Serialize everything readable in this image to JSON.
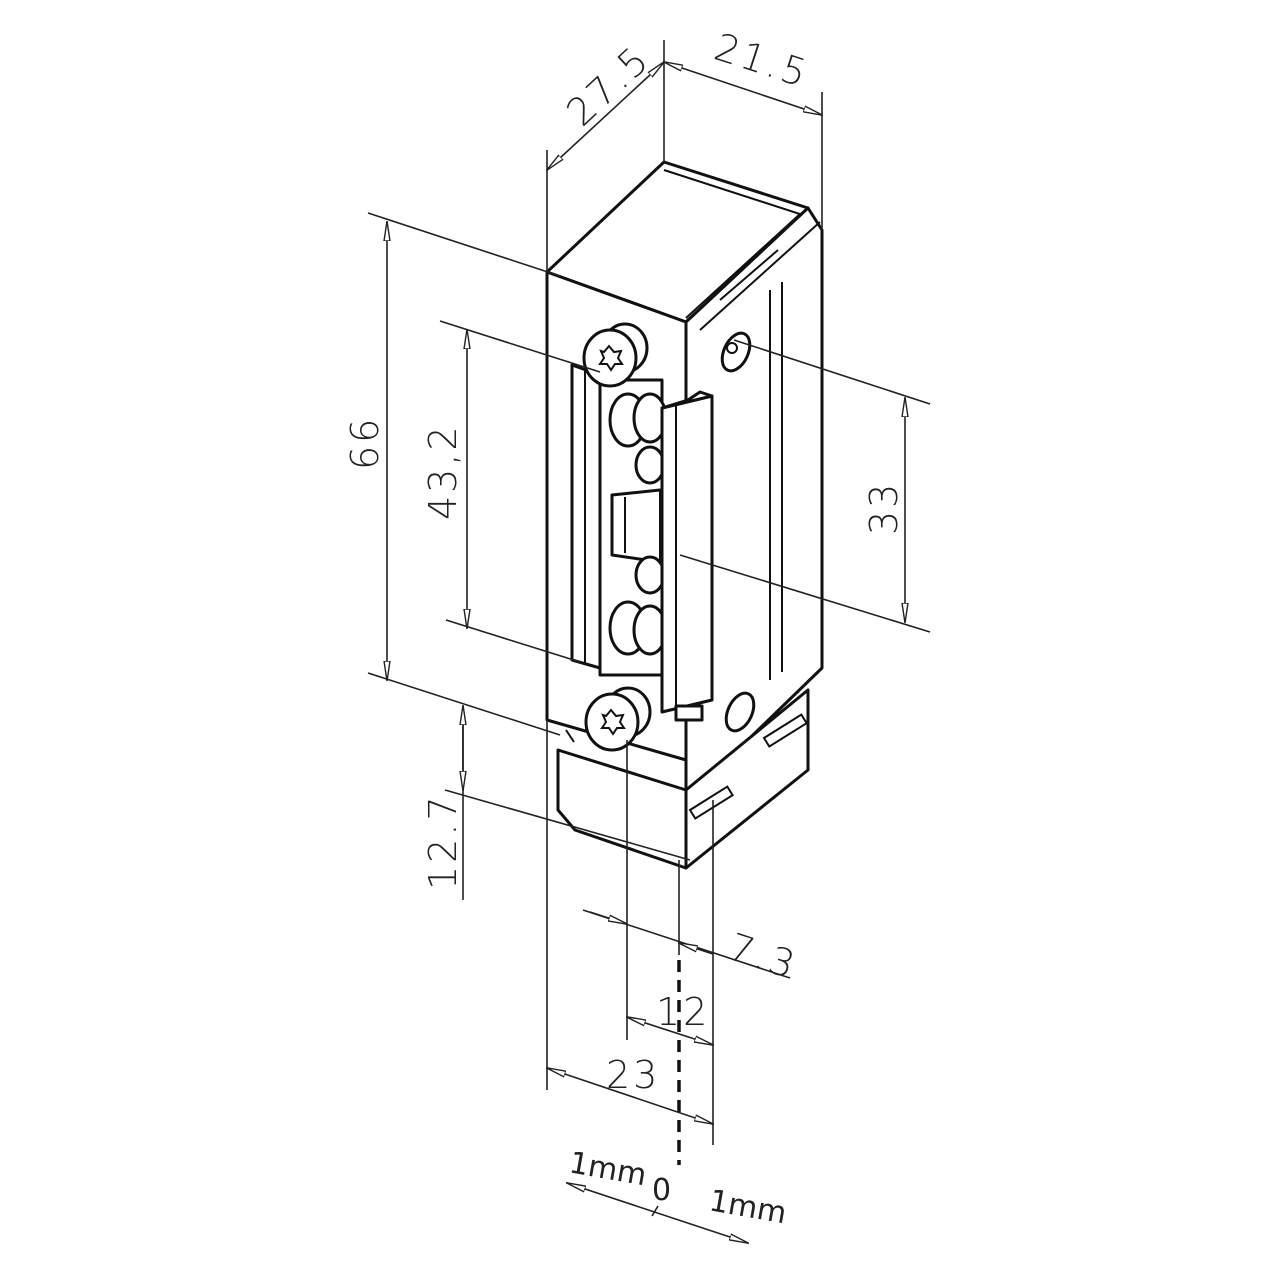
{
  "drawing": {
    "title": "Electric door strike – dimensional drawing",
    "units": "mm",
    "line_color": "#111111",
    "background": "#ffffff"
  },
  "dimensions": {
    "depth": "27.5",
    "width_top": "21.5",
    "height_total": "66",
    "latch_length": "43,2",
    "right_offset": "33",
    "bottom_height": "12.7",
    "latch_offset": "7.3",
    "latch_width": "12",
    "faceplate_width": "23"
  },
  "adjustment_scale": {
    "left_label": "1mm",
    "center_label": "0",
    "right_label": "1mm"
  },
  "components": {
    "screws": [
      "top-mounting-screw",
      "bottom-mounting-screw",
      "side-adjust-screw-top",
      "side-adjust-screw-bottom"
    ],
    "latch": "dual-roller-latch",
    "housing": "strike-body"
  }
}
